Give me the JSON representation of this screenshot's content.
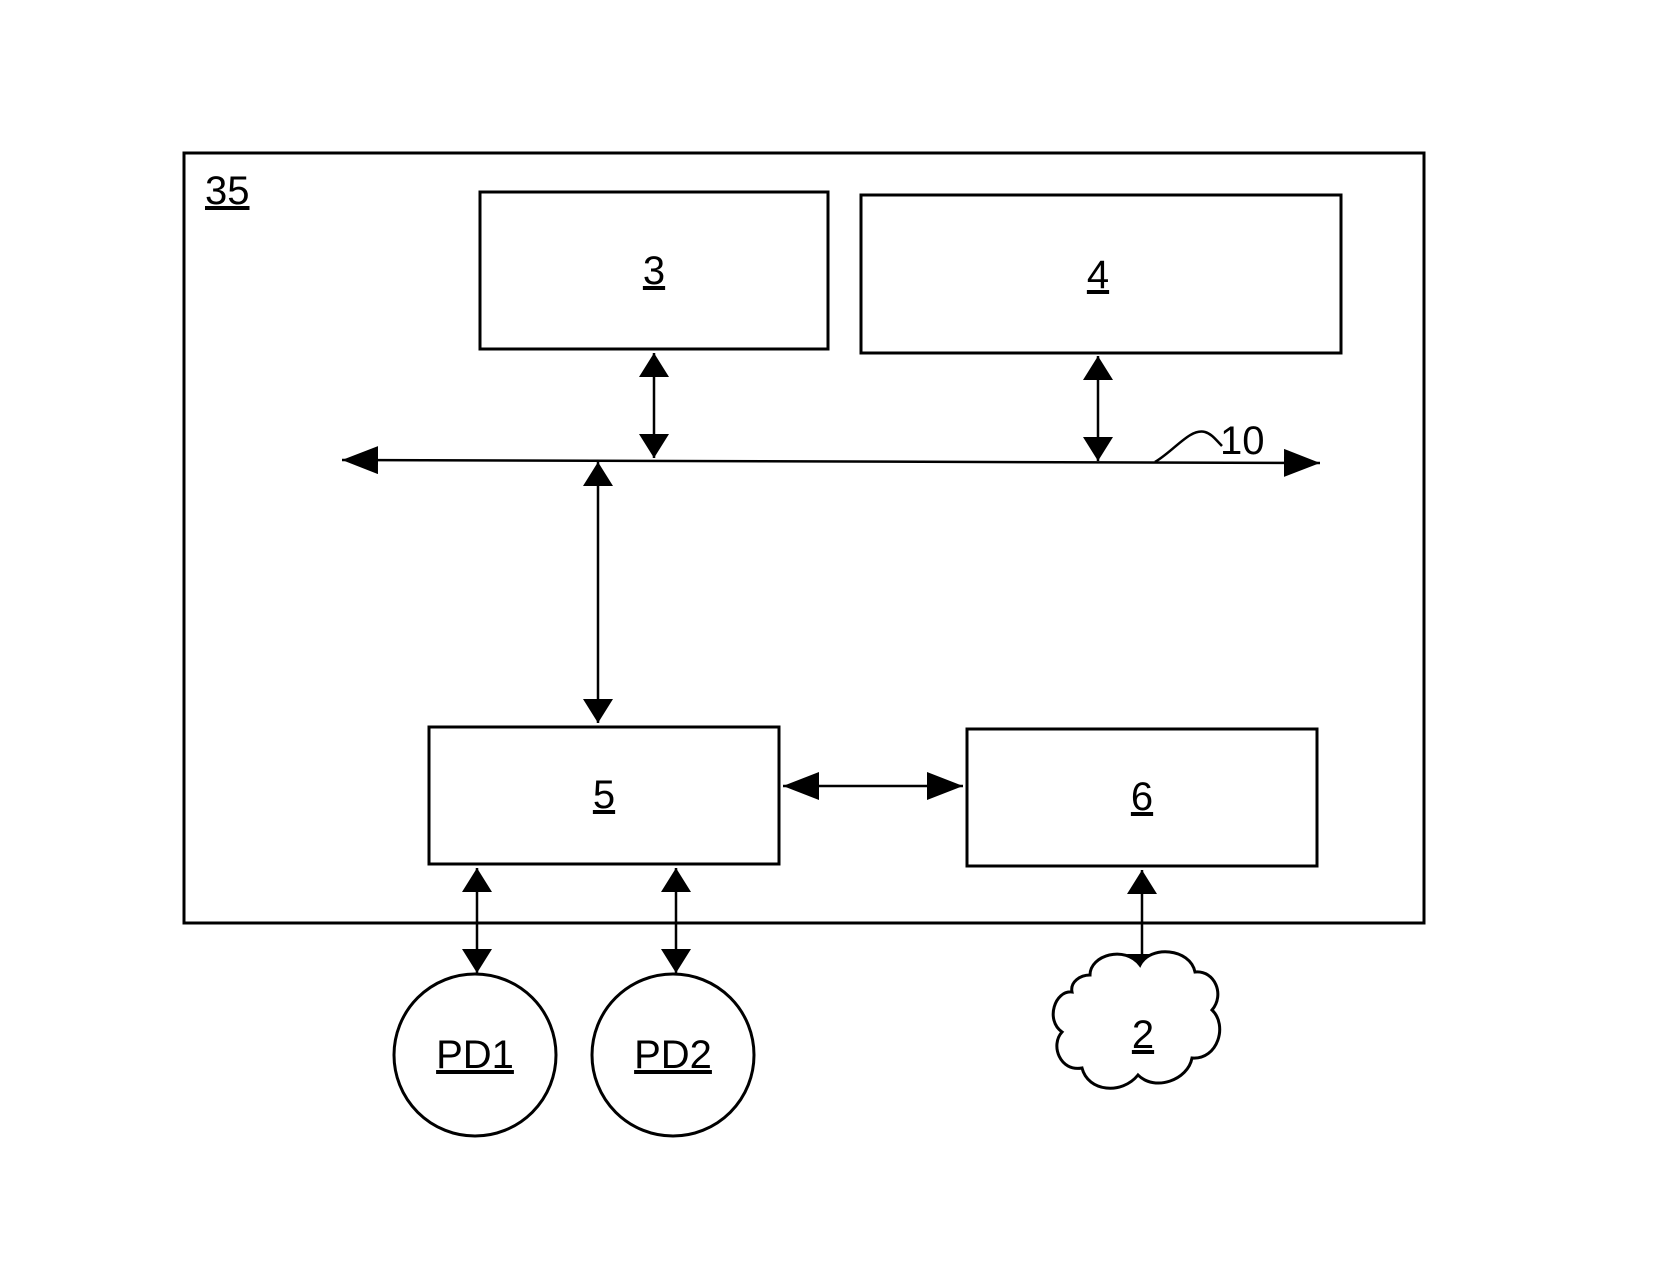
{
  "labels": {
    "outer": "35",
    "box3": "3",
    "box4": "4",
    "box5": "5",
    "box6": "6",
    "bus": "10",
    "pd1": "PD1",
    "pd2": "PD2",
    "cloud": "2"
  }
}
